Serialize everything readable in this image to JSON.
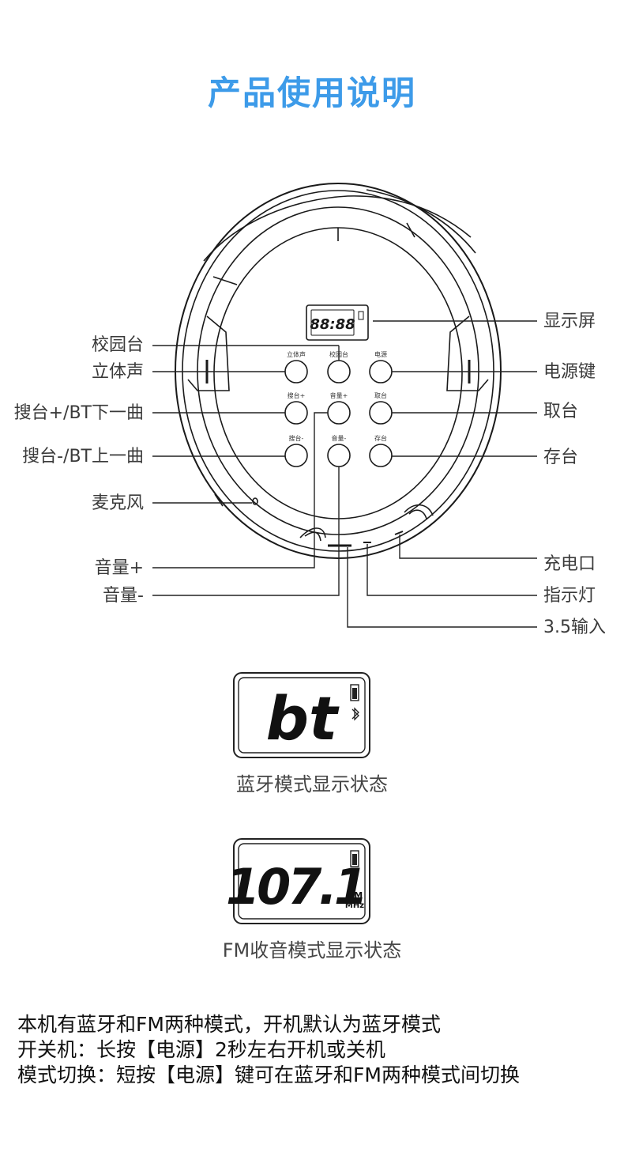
{
  "page": {
    "title": "产品使用说明",
    "accent_color": "#3d9be9"
  },
  "callouts": {
    "xiaoyuantai": "校园台",
    "litisheng": "立体声",
    "soutai_plus": "搜台+/BT下一曲",
    "soutai_minus": "搜台-/BT上一曲",
    "maikefeng": "麦克风",
    "yinliang_plus": "音量+",
    "yinliang_minus": "音量-",
    "xianshiping": "显示屏",
    "dianyuanjian": "电源键",
    "qutai": "取台",
    "cuntai": "存台",
    "chongdiankou": "充电口",
    "zhishideng": "指示灯",
    "input35": "3.5输入"
  },
  "device_buttons": {
    "litisheng": "立体声",
    "xiaoyuantai": "校园台",
    "dianyuan": "电源",
    "soutai_plus": "搜台+",
    "yinliang_plus": "音量+",
    "qutai": "取台",
    "soutai_minus": "搜台-",
    "yinliang_minus": "音量-",
    "cuntai": "存台"
  },
  "lcd_bt": {
    "display": "bt",
    "caption": "蓝牙模式显示状态"
  },
  "lcd_fm": {
    "display": "107.1",
    "band": "FM",
    "unit": "MHz",
    "caption": "FM收音模式显示状态"
  },
  "instructions": {
    "line1": "本机有蓝牙和FM两种模式，开机默认为蓝牙模式",
    "line2": "开关机：长按【电源】2秒左右开机或关机",
    "line3": "模式切换：短按【电源】键可在蓝牙和FM两种模式间切换"
  }
}
